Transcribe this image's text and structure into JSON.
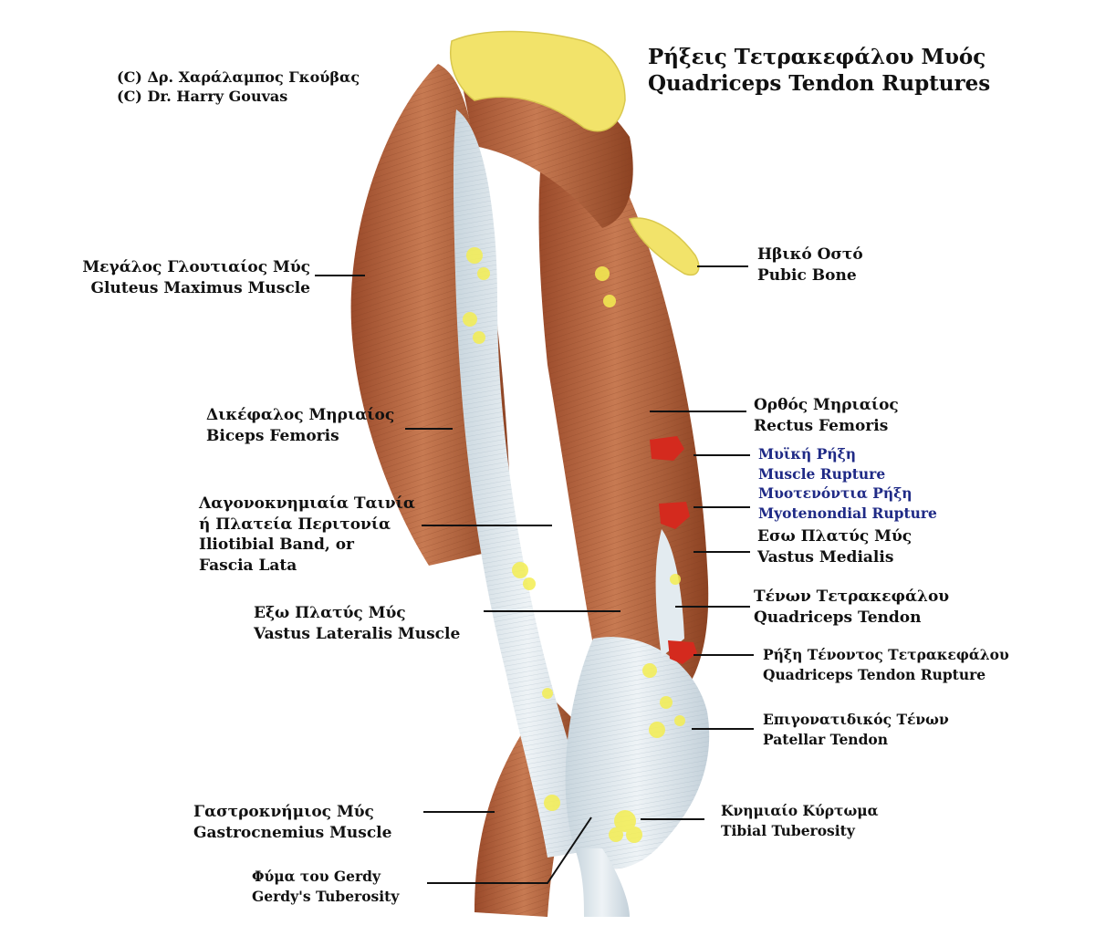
{
  "title": {
    "greek": "Ρήξεις Τετρακεφάλου Μυός",
    "english": "Quadriceps Tendon Ruptures"
  },
  "credits": {
    "greek": "(C) Δρ. Χαράλαμπος Γκούβας",
    "english": "(C) Dr. Harry Gouvas"
  },
  "labels": {
    "gluteus": {
      "greek": "Μεγάλος Γλουτιαίος Μύς",
      "english": "Gluteus Maximus Muscle"
    },
    "biceps": {
      "greek": "Δικέφαλος Μηριαίος",
      "english": "Biceps Femoris"
    },
    "iliotibial": {
      "line1": "Λαγονοκνημιαία Ταινία",
      "line2": "ή Πλατεία Περιτονία",
      "line3": "Iliotibial Band, or",
      "line4": "Fascia Lata"
    },
    "vastus_lateralis": {
      "greek": "Εξω Πλατύς Μύς",
      "english": "Vastus Lateralis Muscle"
    },
    "gastrocnemius": {
      "greek": "Γαστροκνήμιος Μύς",
      "english": "Gastrocnemius Muscle"
    },
    "gerdy": {
      "greek": "Φύμα του Gerdy",
      "english": "Gerdy's Tuberosity"
    },
    "pubic": {
      "greek": "Ηβικό Οστό",
      "english": "Pubic Bone"
    },
    "rectus": {
      "greek": "Ορθός Μηριαίος",
      "english": "Rectus Femoris"
    },
    "muscle_rupture": {
      "greek": "Μυϊκή Ρήξη",
      "english": "Muscle Rupture"
    },
    "myotendinous": {
      "greek": "Μυοτενόντια Ρήξη",
      "english": "Myotenondial Rupture"
    },
    "vastus_medialis": {
      "greek": "Εσω Πλατύς Μύς",
      "english": "Vastus Medialis"
    },
    "quad_tendon": {
      "greek": "Τένων Τετρακεφάλου",
      "english": "Quadriceps Tendon"
    },
    "quad_tendon_rupture": {
      "greek": "Ρήξη Τένοντος Τετρακεφάλου",
      "english": "Quadriceps Tendon Rupture"
    },
    "patellar": {
      "greek": "Επιγονατιδικός Τένων",
      "english": "Patellar Tendon"
    },
    "tibial": {
      "greek": "Κνημιαίο Κύρτωμα",
      "english": "Tibial Tuberosity"
    }
  },
  "colors": {
    "muscle": "#b7653f",
    "muscle_dark": "#8f4526",
    "tendon": "#dfe8ee",
    "bone": "#f2e36a",
    "rupture": "#d42a1e",
    "blue_text": "#1f2a86"
  }
}
